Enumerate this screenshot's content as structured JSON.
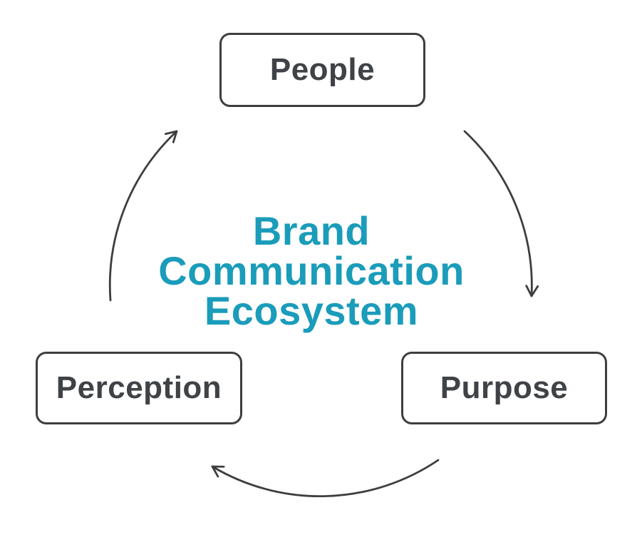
{
  "diagram": {
    "title": {
      "text": "Brand Communication Ecosystem",
      "lines": [
        "Brand",
        "Communication",
        "Ecosystem"
      ],
      "color": "#1a9cba"
    },
    "nodes": [
      {
        "id": "people",
        "label": "People"
      },
      {
        "id": "purpose",
        "label": "Purpose"
      },
      {
        "id": "perception",
        "label": "Perception"
      }
    ],
    "arrows": [
      {
        "id": "people-to-purpose",
        "from": "People",
        "to": "Purpose"
      },
      {
        "id": "purpose-to-perception",
        "from": "Purpose",
        "to": "Perception"
      },
      {
        "id": "perception-to-people",
        "from": "Perception",
        "to": "People"
      }
    ],
    "colors": {
      "background": "#ffffff",
      "node_border": "#3c3e40",
      "node_text": "#3f4347",
      "arrow": "#3c3e40",
      "title": "#1a9cba"
    }
  }
}
